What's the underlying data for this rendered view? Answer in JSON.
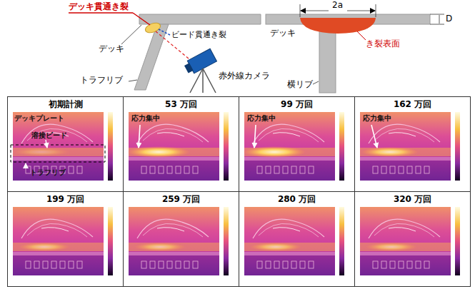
{
  "diagram": {
    "nodes": [
      {
        "text": [
          "初期計測"
        ]
      },
      {
        "text": [
          "53 万回"
        ]
      },
      {
        "text": [
          "99 万回"
        ]
      },
      {
        "text": [
          "162 万回"
        ]
      },
      {
        "text": [
          "199 万回"
        ]
      },
      {
        "text": [
          "259 万回"
        ]
      },
      {
        "text": [
          "280 万回"
        ]
      },
      {
        "text": [
          "320 万回"
        ]
      }
    ],
    "labels": [
      "デッキ貫通き裂",
      "ビード貫通き裂",
      "デッキ",
      "トラフリブ",
      "赤外線カメラ",
      "2a",
      "D",
      "デッキ",
      "き裂表面",
      "横リブ",
      "デッキプレート",
      "溶接ビード",
      "トラフリブ",
      "応力集中",
      "応力集中",
      "応力集中"
    ]
  }
}
